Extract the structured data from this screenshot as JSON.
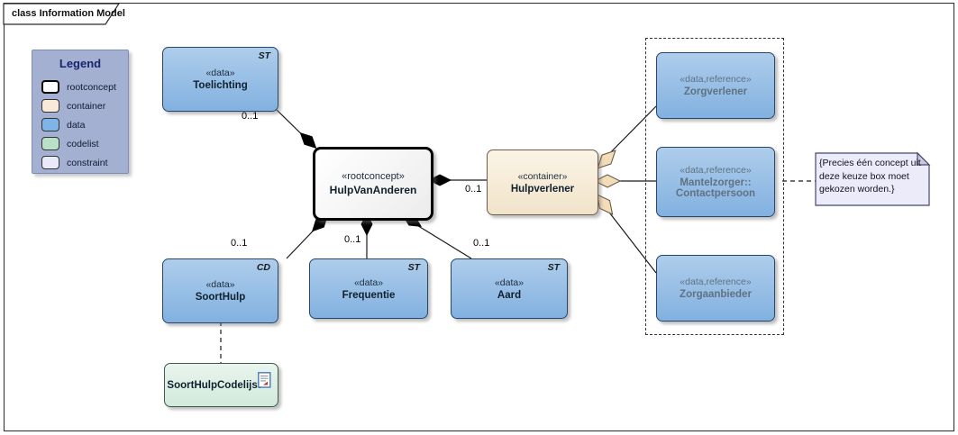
{
  "frame": {
    "title": "class Information Model"
  },
  "legend": {
    "title": "Legend",
    "items": [
      {
        "label": "rootconcept",
        "color": "#ffffff"
      },
      {
        "label": "container",
        "color": "#f8e9d8"
      },
      {
        "label": "data",
        "color": "#7db5e8"
      },
      {
        "label": "codelist",
        "color": "#b9e1c9"
      },
      {
        "label": "constraint",
        "color": "#e9e9f9"
      }
    ]
  },
  "nodes": {
    "toelichting": {
      "stereotype": "«data»",
      "name": "Toelichting",
      "marker": "ST"
    },
    "hulpVanAnderen": {
      "stereotype": "«rootconcept»",
      "name": "HulpVanAnderen"
    },
    "hulpverlener": {
      "stereotype": "«container»",
      "name": "Hulpverlener"
    },
    "zorgverlener": {
      "stereotype": "«data,reference»",
      "name": "Zorgverlener"
    },
    "mantelzorger": {
      "stereotype": "«data,reference»",
      "name_line1": "Mantelzorger::",
      "name_line2": "Contactpersoon"
    },
    "zorgaanbieder": {
      "stereotype": "«data,reference»",
      "name": "Zorgaanbieder"
    },
    "soortHulp": {
      "stereotype": "«data»",
      "name": "SoortHulp",
      "marker": "CD"
    },
    "frequentie": {
      "stereotype": "«data»",
      "name": "Frequentie",
      "marker": "ST"
    },
    "aard": {
      "stereotype": "«data»",
      "name": "Aard",
      "marker": "ST"
    },
    "soortHulpCodelijst": {
      "name": "SoortHulpCodelijst"
    }
  },
  "note": {
    "text": "{Precies één concept uit deze keuze box moet gekozen worden.}"
  },
  "multiplicities": {
    "toelichting": "0..1",
    "hulpverlener": "0..1",
    "soortHulp": "0..1",
    "frequentie": "0..1",
    "aard": "0..1"
  },
  "colors": {
    "data_fill": "#8ab7e3",
    "container_fill": "#f6ecd9",
    "codelist_fill": "#ddefe4",
    "constraint_fill": "#ebebfa",
    "rootconcept_fill": "#f4f4f4",
    "legend_bg": "#a4b0d2",
    "reference_text": "#5f7183",
    "composition_diamond": "#000000",
    "aggregation_diamond": "#f2ddb8"
  }
}
